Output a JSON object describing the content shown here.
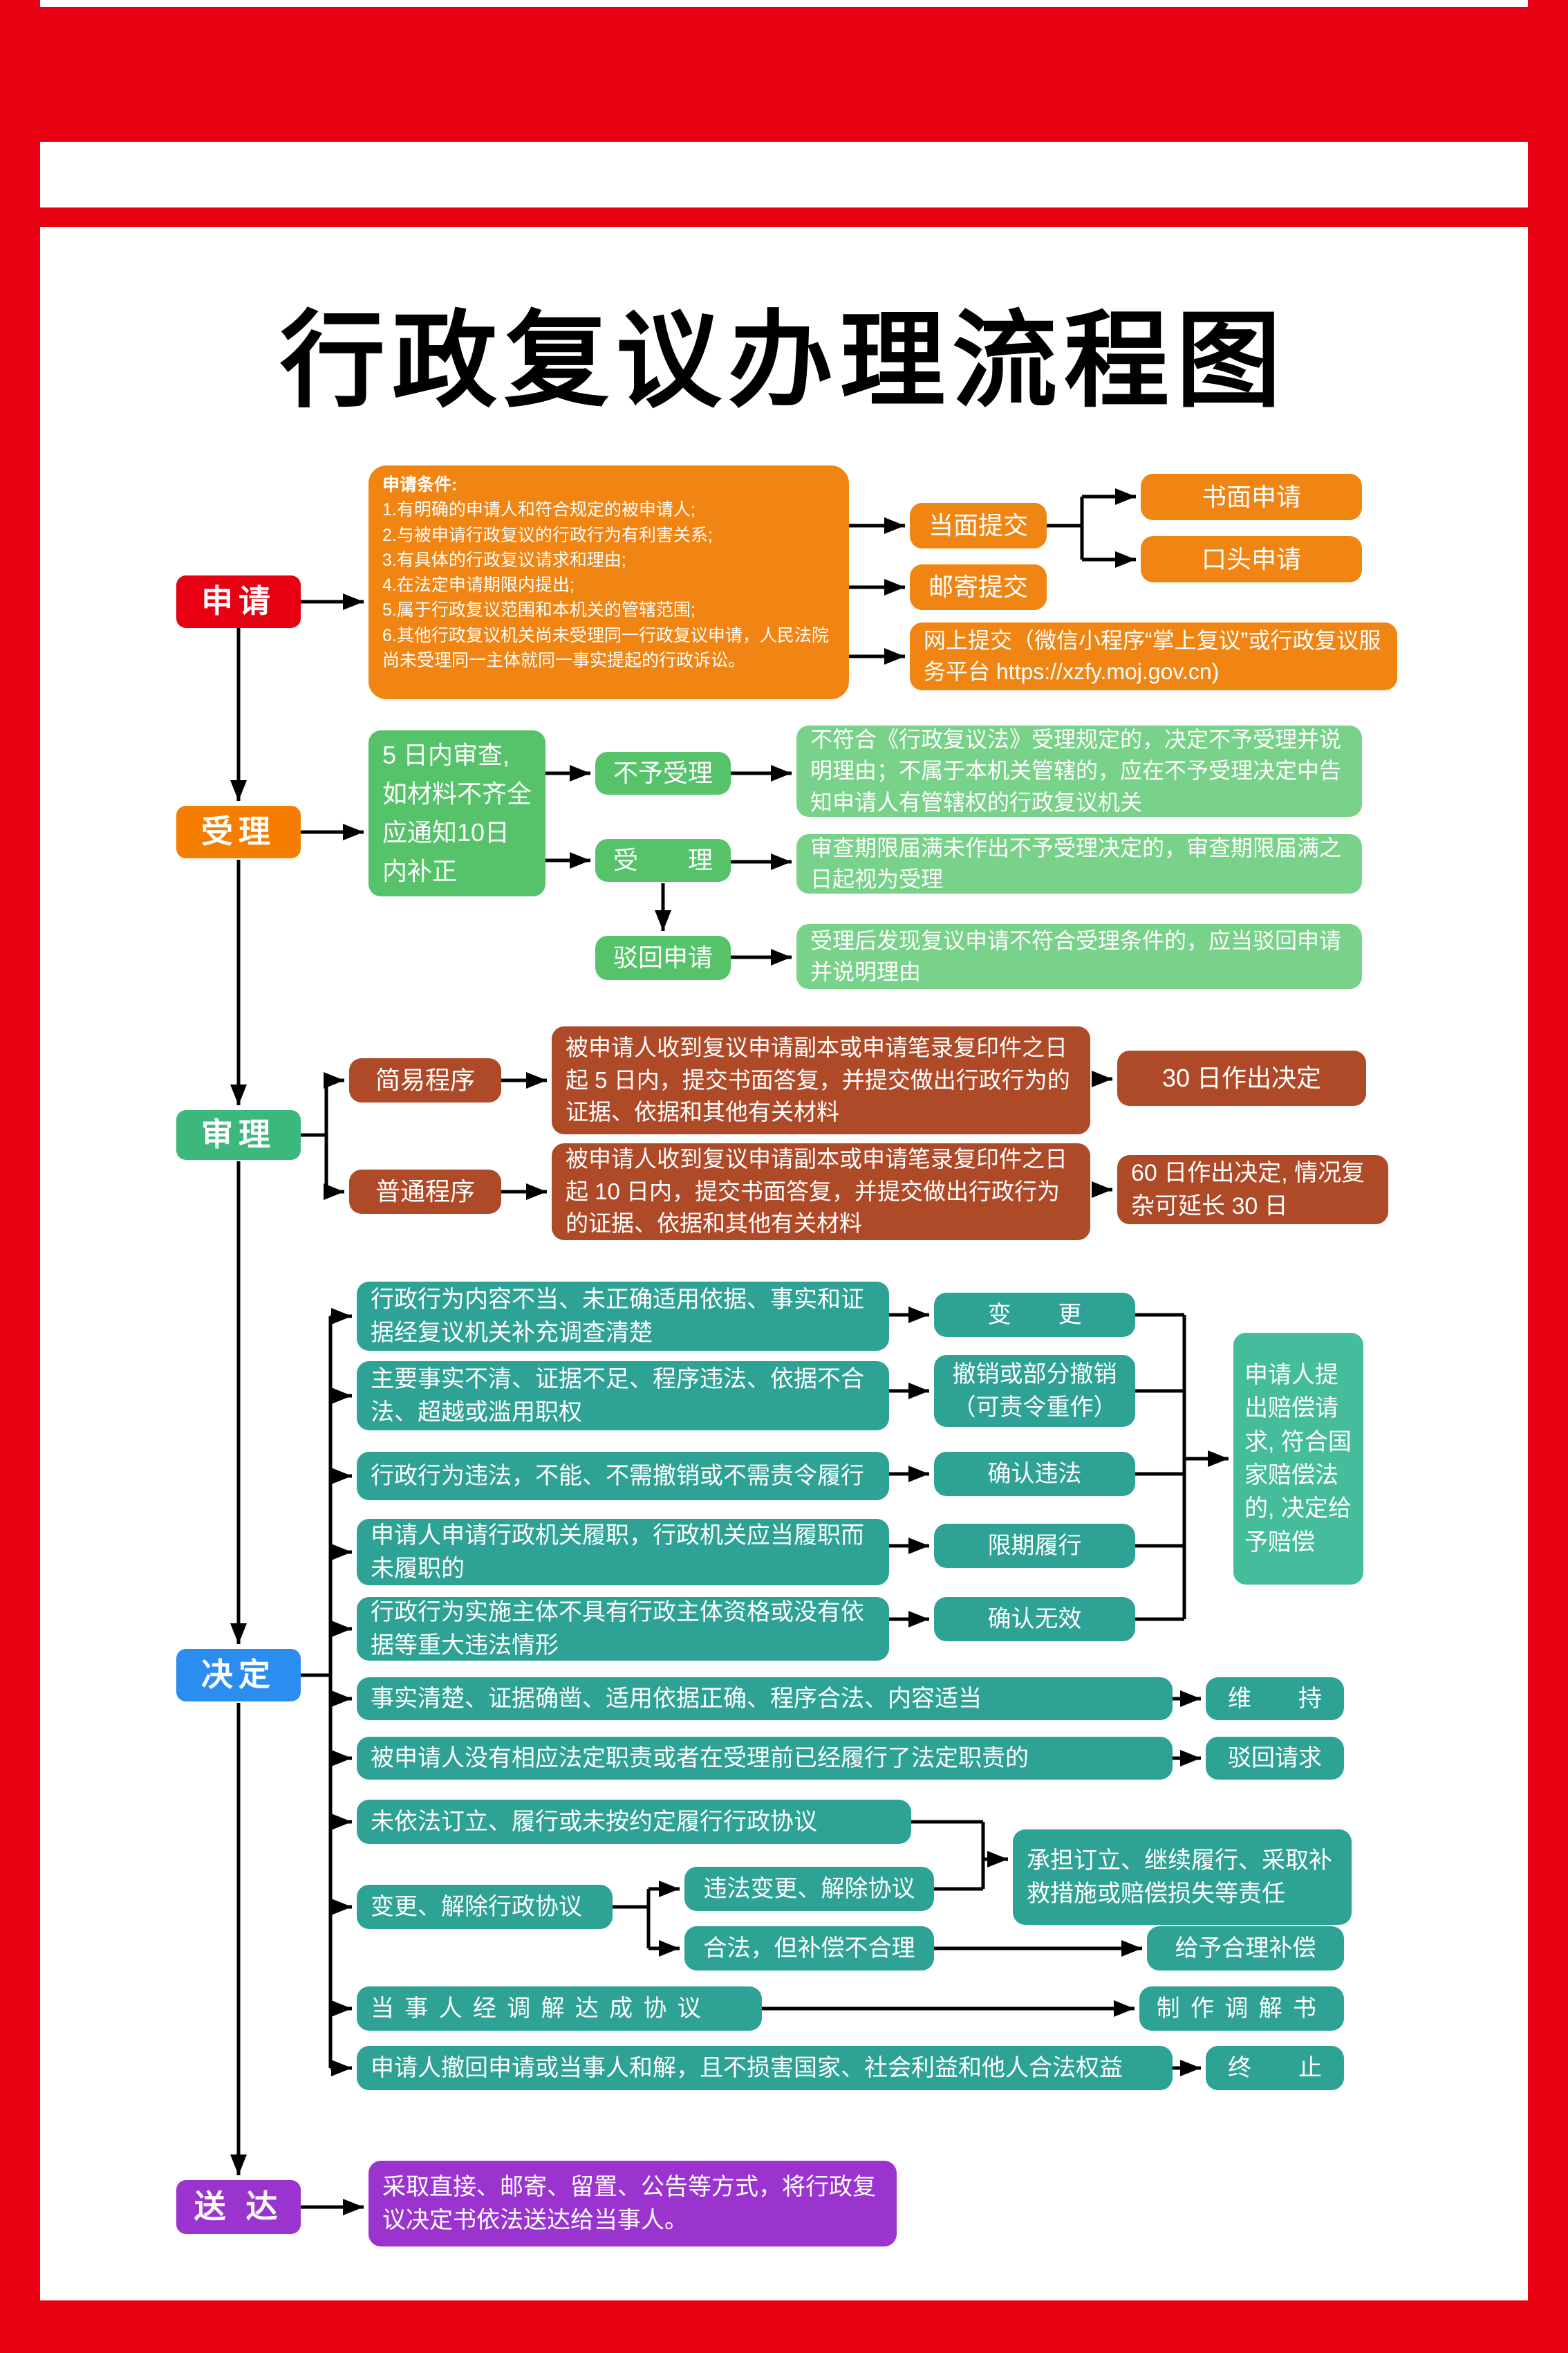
{
  "title": "行政复议办理流程图",
  "stages": {
    "apply": "申请",
    "accept": "受理",
    "review": "审理",
    "decide": "决定",
    "deliver": "送 达"
  },
  "apply": {
    "conditions_title": "申请条件:",
    "conditions": [
      "1.有明确的申请人和符合规定的被申请人;",
      "2.与被申请行政复议的行政行为有利害关系;",
      "3.有具体的行政复议请求和理由;",
      "4.在法定申请期限内提出;",
      "5.属于行政复议范围和本机关的管辖范围;",
      "6.其他行政复议机关尚未受理同一行政复议申请，人民法院尚未受理同一主体就同一事实提起的行政诉讼。"
    ],
    "in_person": "当面提交",
    "mail": "邮寄提交",
    "online": "网上提交（微信小程序“掌上复议”或行政复议服务平台 https://xzfy.moj.gov.cn)",
    "written": "书面申请",
    "oral": "口头申请"
  },
  "accept": {
    "check": "5 日内审查,如材料不齐全应通知10日内补正",
    "not_accept": "不予受理",
    "accept": "受　　理",
    "dismiss": "驳回申请",
    "not_accept_note": "不符合《行政复议法》受理规定的，决定不予受理并说明理由；不属于本机关管辖的，应在不予受理决定中告知申请人有管辖权的行政复议机关",
    "deemed_accept_note": "审查期限届满未作出不予受理决定的，审查期限届满之日起视为受理",
    "dismiss_note": "受理后发现复议申请不符合受理条件的，应当驳回申请并说明理由"
  },
  "review": {
    "simple": "简易程序",
    "normal": "普通程序",
    "simple_note": "被申请人收到复议申请副本或申请笔录复印件之日起 5 日内，提交书面答复，并提交做出行政行为的证据、依据和其他有关材料",
    "normal_note": "被申请人收到复议申请副本或申请笔录复印件之日起 10 日内，提交书面答复，并提交做出行政行为的证据、依据和其他有关材料",
    "simple_deadline": "30 日作出决定",
    "normal_deadline": "60 日作出决定, 情况复杂可延长 30 日"
  },
  "decide": {
    "c1": "行政行为内容不当、未正确适用依据、事实和证据经复议机关补充调查清楚",
    "r1": "变　　更",
    "c2": "主要事实不清、证据不足、程序违法、依据不合法、超越或滥用职权",
    "r2": "撤销或部分撤销（可责令重作）",
    "c3": "行政行为违法，不能、不需撤销或不需责令履行",
    "r3": "确认违法",
    "c4": "申请人申请行政机关履职，行政机关应当履职而未履职的",
    "r4": "限期履行",
    "c5": "行政行为实施主体不具有行政主体资格或没有依据等重大违法情形",
    "r5": "确认无效",
    "compensation": "申请人提出赔偿请求, 符合国家赔偿法的, 决定给予赔偿",
    "c6": "事实清楚、证据确凿、适用依据正确、程序合法、内容适当",
    "r6": "维　　持",
    "c7": "被申请人没有相应法定职责或者在受理前已经履行了法定职责的",
    "r7": "驳回请求",
    "c8": "未依法订立、履行或未按约定履行行政协议",
    "c9": "变更、解除行政协议",
    "c9a": "违法变更、解除协议",
    "c9b": "合法，但补偿不合理",
    "r89": "承担订立、继续履行、采取补救措施或赔偿损失等责任",
    "r9b": "给予合理补偿",
    "c10": "当事人经调解达成协议",
    "r10": "制作调解书",
    "c11": "申请人撤回申请或当事人和解，且不损害国家、社会利益和他人合法权益",
    "r11": "终　　止"
  },
  "deliver": {
    "note": "采取直接、邮寄、留置、公告等方式，将行政复议决定书依法送达给当事人。"
  }
}
